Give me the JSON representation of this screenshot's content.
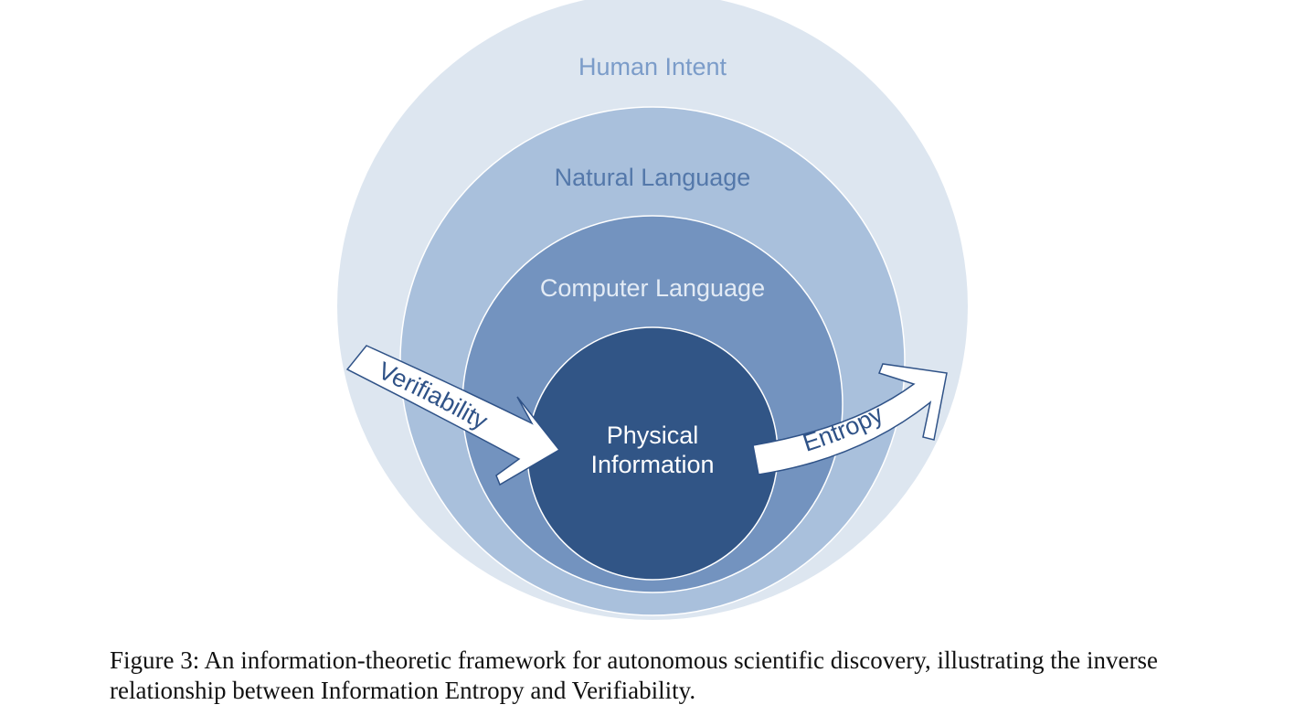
{
  "figure": {
    "rings": [
      {
        "label": "Human Intent",
        "fill": "#dde6f0",
        "text_color": "#7b9cc9"
      },
      {
        "label": "Natural Language",
        "fill": "#a9c0dc",
        "text_color": "#5478aa"
      },
      {
        "label": "Computer Language",
        "fill": "#7393bf",
        "text_color": "#e3ebf5"
      },
      {
        "label_line1": "Physical",
        "label_line2": "Information",
        "fill": "#315586",
        "text_color": "#ffffff"
      }
    ],
    "arrows": {
      "left_label": "Verifiability",
      "right_label": "Entropy",
      "fill": "#ffffff",
      "stroke": "#2f5287"
    }
  },
  "caption": {
    "text": "Figure 3: An information-theoretic framework for autonomous scientific discovery, illustrating the inverse relationship between Information Entropy and Verifiability."
  }
}
